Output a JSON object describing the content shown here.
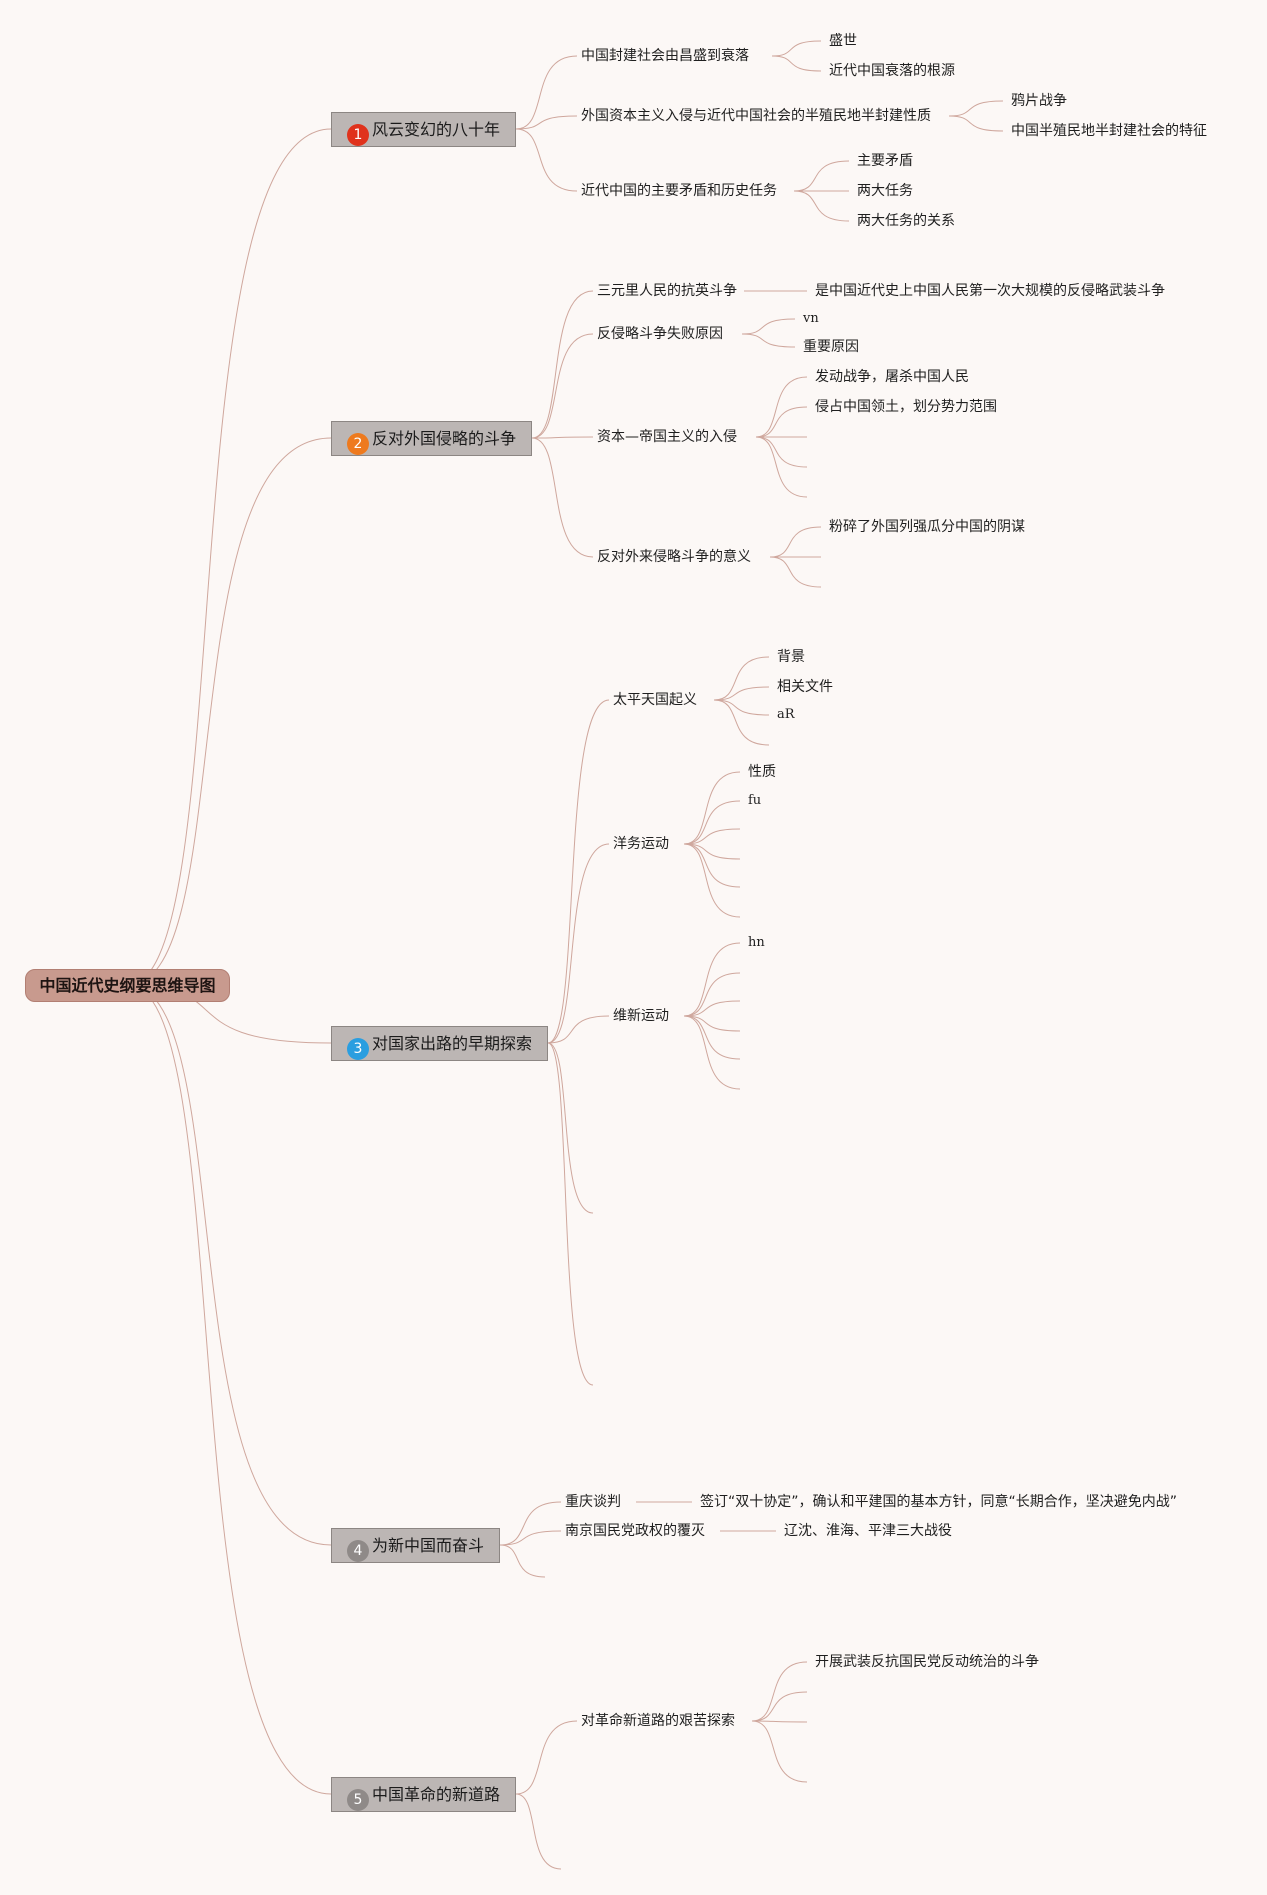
{
  "root": {
    "label": "中国近代史纲要思维导图"
  },
  "chapters": [
    {
      "number": "1",
      "badge_color": "#e0321c",
      "title": "风云变幻的八十年",
      "topics": [
        {
          "label": "中国封建社会由昌盛到衰落",
          "children": [
            "盛世",
            "近代中国衰落的根源"
          ]
        },
        {
          "label": "外国资本主义入侵与近代中国社会的半殖民地半封建性质",
          "children": [
            "鸦片战争",
            "中国半殖民地半封建社会的特征"
          ]
        },
        {
          "label": "近代中国的主要矛盾和历史任务",
          "children": [
            "主要矛盾",
            "两大任务",
            "两大任务的关系"
          ]
        }
      ]
    },
    {
      "number": "2",
      "badge_color": "#ee7a1e",
      "title": "反对外国侵略的斗争",
      "topics": [
        {
          "label": "三元里人民的抗英斗争",
          "children": [
            "是中国近代史上中国人民第一次大规模的反侵略武装斗争"
          ]
        },
        {
          "label": "反侵略斗争失败原因",
          "children": [
            "vn",
            "重要原因"
          ]
        },
        {
          "label": "资本—帝国主义的入侵",
          "children": [
            "发动战争，屠杀中国人民",
            "侵占中国领土，划分势力范围",
            "",
            "",
            ""
          ]
        },
        {
          "label": "反对外来侵略斗争的意义",
          "children": [
            "粉碎了外国列强瓜分中国的阴谋",
            "",
            ""
          ]
        }
      ]
    },
    {
      "number": "3",
      "badge_color": "#2a9ee0",
      "title": "对国家出路的早期探索",
      "topics": [
        {
          "label": "太平天国起义",
          "children": [
            "背景",
            "相关文件",
            "aR",
            ""
          ]
        },
        {
          "label": "洋务运动",
          "children": [
            "性质",
            "fu",
            "",
            "",
            "",
            ""
          ]
        },
        {
          "label": "维新运动",
          "children": [
            "hn",
            "",
            "",
            "",
            "",
            ""
          ]
        },
        {
          "label": "",
          "children": []
        },
        {
          "label": "",
          "children": []
        }
      ]
    },
    {
      "number": "4",
      "badge_color": "#8f8a88",
      "title": "为新中国而奋斗",
      "topics": [
        {
          "label": "重庆谈判",
          "children": [
            "签订“双十协定”，确认和平建国的基本方针，同意“长期合作，坚决避免内战”"
          ]
        },
        {
          "label": "南京国民党政权的覆灭",
          "children": [
            "辽沈、淮海、平津三大战役"
          ]
        },
        {
          "label": "",
          "children": []
        }
      ]
    },
    {
      "number": "5",
      "badge_color": "#8f8a88",
      "title": "中国革命的新道路",
      "topics": [
        {
          "label": "对革命新道路的艰苦探索",
          "children": [
            "开展武装反抗国民党反动统治的斗争",
            "",
            "",
            ""
          ]
        },
        {
          "label": "",
          "children": []
        }
      ]
    }
  ]
}
